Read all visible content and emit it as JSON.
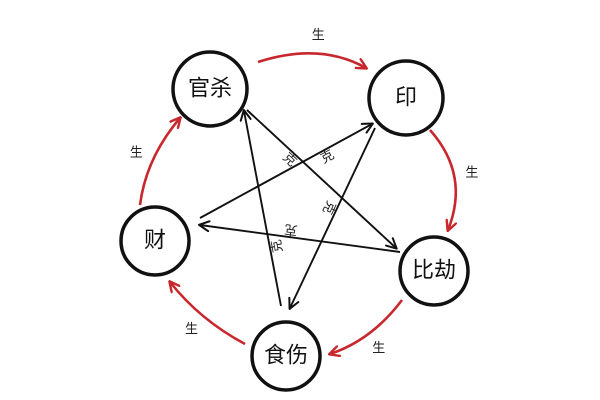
{
  "nodes": [
    {
      "id": "guansha",
      "label": "官杀"
    },
    {
      "id": "yin",
      "label": "印"
    },
    {
      "id": "bijie",
      "label": "比劫"
    },
    {
      "id": "shishang",
      "label": "食伤"
    },
    {
      "id": "cai",
      "label": "财"
    }
  ],
  "generate": [
    {
      "from": "guansha",
      "to": "yin",
      "label": "生"
    },
    {
      "from": "yin",
      "to": "bijie",
      "label": "生"
    },
    {
      "from": "bijie",
      "to": "shishang",
      "label": "生"
    },
    {
      "from": "shishang",
      "to": "cai",
      "label": "生"
    },
    {
      "from": "cai",
      "to": "guansha",
      "label": "生"
    }
  ],
  "control": [
    {
      "from": "guansha",
      "to": "bijie",
      "label": "克"
    },
    {
      "from": "bijie",
      "to": "cai",
      "label": "克"
    },
    {
      "from": "cai",
      "to": "yin",
      "label": "克"
    },
    {
      "from": "yin",
      "to": "shishang",
      "label": "克"
    },
    {
      "from": "shishang",
      "to": "guansha",
      "label": "克"
    }
  ],
  "colors": {
    "generate": "#c8282d",
    "control": "#111111",
    "node_stroke": "#111111",
    "background": "#ffffff"
  }
}
